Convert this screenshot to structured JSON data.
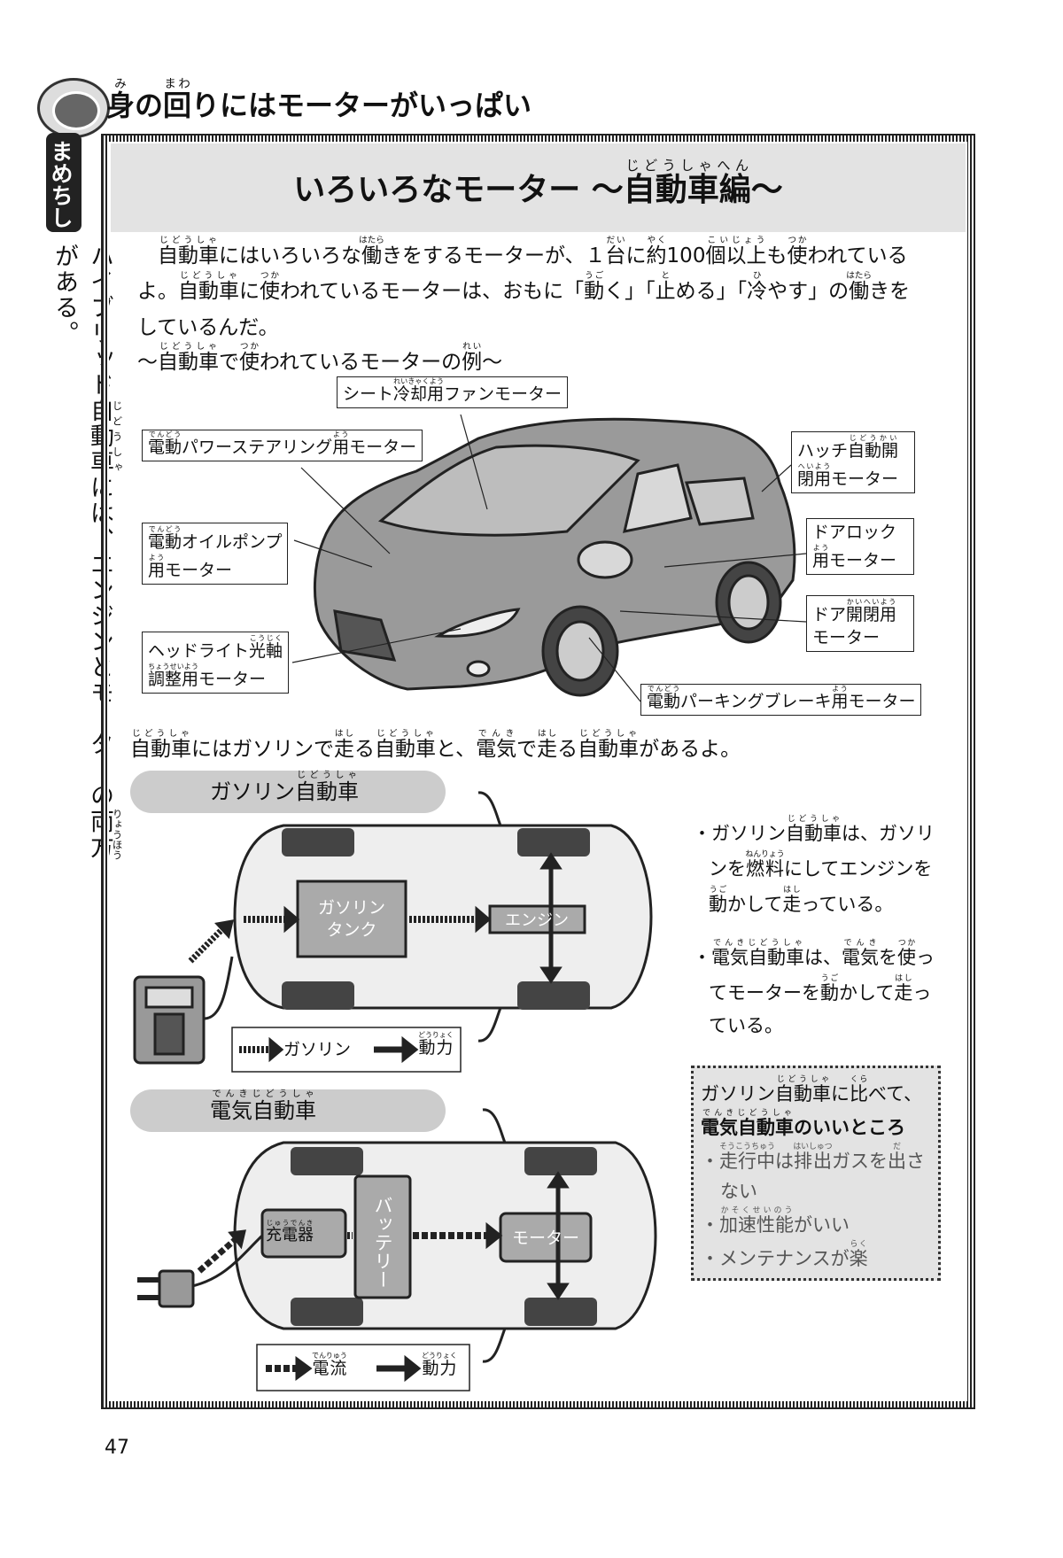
{
  "header": {
    "title": [
      [
        "身",
        "み"
      ],
      [
        "の"
      ],
      [
        "回",
        "まわ"
      ],
      [
        "りにはモーターがいっぱい"
      ]
    ]
  },
  "tab_label": "まめちしき",
  "side_text": [
    [
      "ハイブリッド"
    ],
    [
      "自動車",
      "じどうしゃ"
    ],
    [
      "には、エンジンとモーターの"
    ],
    [
      "両方",
      "りょうほう"
    ],
    [
      "がある。"
    ]
  ],
  "main_title": [
    [
      "いろいろなモーター ～"
    ],
    [
      "自動車編",
      "じどうしゃへん"
    ],
    [
      "～"
    ]
  ],
  "intro": {
    "line1": [
      [
        "自動車",
        "じどうしゃ"
      ],
      [
        "にはいろいろな"
      ],
      [
        "働",
        "はたら"
      ],
      [
        "きをするモーターが、１"
      ],
      [
        "台",
        "だい"
      ],
      [
        "に"
      ],
      [
        "約",
        "やく"
      ],
      [
        "100"
      ],
      [
        "個以上",
        "こいじょう"
      ],
      [
        "も"
      ],
      [
        "使",
        "つか"
      ],
      [
        "われている"
      ]
    ],
    "line2": [
      [
        "よ。"
      ],
      [
        "自動車",
        "じどうしゃ"
      ],
      [
        "に"
      ],
      [
        "使",
        "つか"
      ],
      [
        "われているモーターは、おもに「"
      ],
      [
        "動",
        "うご"
      ],
      [
        "く」「"
      ],
      [
        "止",
        "と"
      ],
      [
        "める」「"
      ],
      [
        "冷",
        "ひ"
      ],
      [
        "やす」の"
      ],
      [
        "働",
        "はたら"
      ],
      [
        "きを"
      ]
    ],
    "line3": [
      [
        "しているんだ。"
      ]
    ],
    "example_heading": [
      [
        "～"
      ],
      [
        "自動車",
        "じどうしゃ"
      ],
      [
        "で"
      ],
      [
        "使",
        "つか"
      ],
      [
        "われているモーターの"
      ],
      [
        "例",
        "れい"
      ],
      [
        "～"
      ]
    ]
  },
  "car_labels": {
    "seat_fan": [
      [
        "シート"
      ],
      [
        "冷却用",
        "れいきゃくよう"
      ],
      [
        "ファンモーター"
      ]
    ],
    "power_steering": [
      [
        "電動",
        "でんどう"
      ],
      [
        "パワーステアリング"
      ],
      [
        "用",
        "よう"
      ],
      [
        "モーター"
      ]
    ],
    "hatch_1": [
      [
        "ハッチ"
      ],
      [
        "自動開",
        "じどうかい"
      ]
    ],
    "hatch_2": [
      [
        "閉用",
        "へいよう"
      ],
      [
        "モーター"
      ]
    ],
    "oil_pump_1": [
      [
        "電動",
        "でんどう"
      ],
      [
        "オイルポンプ"
      ]
    ],
    "oil_pump_2": [
      [
        "用",
        "よう"
      ],
      [
        "モーター"
      ]
    ],
    "door_lock_1": [
      [
        "ドアロック"
      ]
    ],
    "door_lock_2": [
      [
        "用",
        "よう"
      ],
      [
        "モーター"
      ]
    ],
    "door_open_1": [
      [
        "ドア"
      ],
      [
        "開閉用",
        "かいへいよう"
      ]
    ],
    "door_open_2": [
      [
        "モーター"
      ]
    ],
    "headlight_1": [
      [
        "ヘッドライト"
      ],
      [
        "光軸",
        "こうじく"
      ]
    ],
    "headlight_2": [
      [
        "調整用",
        "ちょうせいよう"
      ],
      [
        "モーター"
      ]
    ],
    "parking_brake": [
      [
        "電動",
        "でんどう"
      ],
      [
        "パーキングブレーキ"
      ],
      [
        "用",
        "よう"
      ],
      [
        "モーター"
      ]
    ]
  },
  "types_sentence": [
    [
      "自動車",
      "じどうしゃ"
    ],
    [
      "にはガソリンで"
    ],
    [
      "走",
      "はし"
    ],
    [
      "る"
    ],
    [
      "自動車",
      "じどうしゃ"
    ],
    [
      "と、"
    ],
    [
      "電気",
      "でんき"
    ],
    [
      "で"
    ],
    [
      "走",
      "はし"
    ],
    [
      "る"
    ],
    [
      "自動車",
      "じどうしゃ"
    ],
    [
      "があるよ。"
    ]
  ],
  "gasoline": {
    "pill": [
      [
        "ガソリン"
      ],
      [
        "自動車",
        "じどうしゃ"
      ]
    ],
    "tank_line1": "ガソリン",
    "tank_line2": "タンク",
    "engine": "エンジン",
    "legend_fuel": [
      [
        "ガソリン"
      ]
    ],
    "legend_power": [
      [
        "動力",
        "どうりょく"
      ]
    ],
    "bullet_1": [
      [
        "ガソリン"
      ],
      [
        "自動車",
        "じどうしゃ"
      ],
      [
        "は、ガソリ"
      ]
    ],
    "bullet_2": [
      [
        "ンを"
      ],
      [
        "燃料",
        "ねんりょう"
      ],
      [
        "にしてエンジンを"
      ]
    ],
    "bullet_3": [
      [
        "動",
        "うご"
      ],
      [
        "かして"
      ],
      [
        "走",
        "はし"
      ],
      [
        "っている。"
      ]
    ]
  },
  "electric": {
    "pill": [
      [
        "電気自動車",
        "でんきじどうしゃ"
      ]
    ],
    "charger": [
      [
        "充電器",
        "じゅうでんき"
      ]
    ],
    "battery": "バッテリー",
    "motor": "モーター",
    "legend_current": [
      [
        "電流",
        "でんりゅう"
      ]
    ],
    "legend_power": [
      [
        "動力",
        "どうりょく"
      ]
    ],
    "bullet_1": [
      [
        "電気自動車",
        "でんきじどうしゃ"
      ],
      [
        "は、"
      ],
      [
        "電気",
        "でんき"
      ],
      [
        "を"
      ],
      [
        "使",
        "つか"
      ],
      [
        "っ"
      ]
    ],
    "bullet_2": [
      [
        "てモーターを"
      ],
      [
        "動",
        "うご"
      ],
      [
        "かして"
      ],
      [
        "走",
        "はし"
      ],
      [
        "っ"
      ]
    ],
    "bullet_3": [
      [
        "ている。"
      ]
    ]
  },
  "merit": {
    "heading_1": [
      [
        "ガソリン"
      ],
      [
        "自動車",
        "じどうしゃ"
      ],
      [
        "に"
      ],
      [
        "比",
        "くら"
      ],
      [
        "べて、"
      ]
    ],
    "heading_2": [
      [
        "電気自動車",
        "でんきじどうしゃ"
      ],
      [
        "のいいところ"
      ]
    ],
    "item_1a": [
      [
        "・"
      ],
      [
        "走行中",
        "そうこうちゅう"
      ],
      [
        "は"
      ],
      [
        "排出",
        "はいしゅつ"
      ],
      [
        "ガスを"
      ],
      [
        "出",
        "だ"
      ],
      [
        "さ"
      ]
    ],
    "item_1b": [
      [
        "ない"
      ]
    ],
    "item_2": [
      [
        "・"
      ],
      [
        "加速性能",
        "かそくせいのう"
      ],
      [
        "がいい"
      ]
    ],
    "item_3": [
      [
        "・メンテナンスが"
      ],
      [
        "楽",
        "らく"
      ]
    ]
  },
  "page_number": "47",
  "colors": {
    "body_fill": "#9a9a9a",
    "band": "#e3e3e3",
    "pill": "#cccccc",
    "ink": "#111111"
  }
}
